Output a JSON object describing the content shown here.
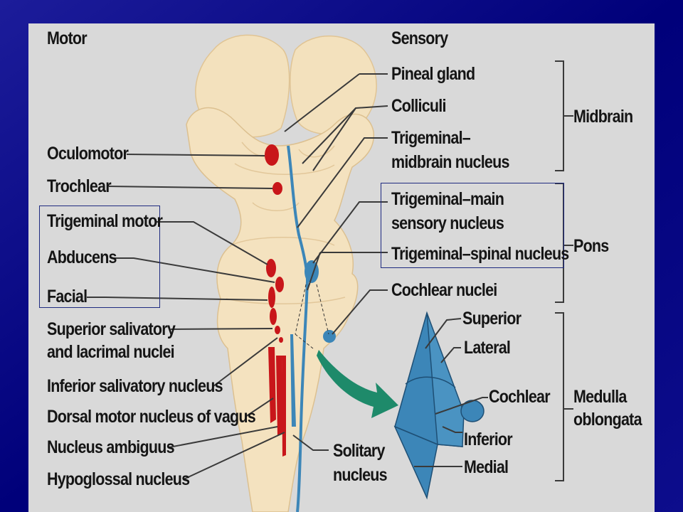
{
  "headings": {
    "motor": "Motor",
    "sensory": "Sensory"
  },
  "motor_labels": {
    "oculomotor": "Oculomotor",
    "trochlear": "Trochlear",
    "trigeminal_motor": "Trigeminal motor",
    "abducens": "Abducens",
    "facial": "Facial",
    "superior_salivatory_1": "Superior salivatory",
    "superior_salivatory_2": "and lacrimal nuclei",
    "inferior_salivatory": "Inferior salivatory nucleus",
    "dorsal_motor_vagus": "Dorsal motor nucleus of vagus",
    "nucleus_ambiguus": "Nucleus ambiguus",
    "hypoglossal": "Hypoglossal nucleus"
  },
  "sensory_labels": {
    "pineal_gland": "Pineal gland",
    "colliculi": "Colliculi",
    "trigeminal_midbrain_1": "Trigeminal–",
    "trigeminal_midbrain_2": "midbrain nucleus",
    "trigeminal_main_1": "Trigeminal–main",
    "trigeminal_main_2": "sensory nucleus",
    "trigeminal_spinal": "Trigeminal–spinal nucleus",
    "cochlear_nuclei": "Cochlear nuclei",
    "solitary_1": "Solitary",
    "solitary_2": "nucleus"
  },
  "regions": {
    "midbrain": "Midbrain",
    "pons": "Pons",
    "medulla_1": "Medulla",
    "medulla_2": "oblongata"
  },
  "inset_labels": {
    "superior": "Superior",
    "lateral": "Lateral",
    "cochlear": "Cochlear",
    "inferior": "Inferior",
    "medial": "Medial"
  },
  "colors": {
    "background": "#00007f",
    "panel": "#d9d9d9",
    "brainstem": "#f2dfb9",
    "motor_nuclei": "#c8161a",
    "sensory_nuclei": "#3c86b8",
    "arrow": "#1e8a6a"
  }
}
